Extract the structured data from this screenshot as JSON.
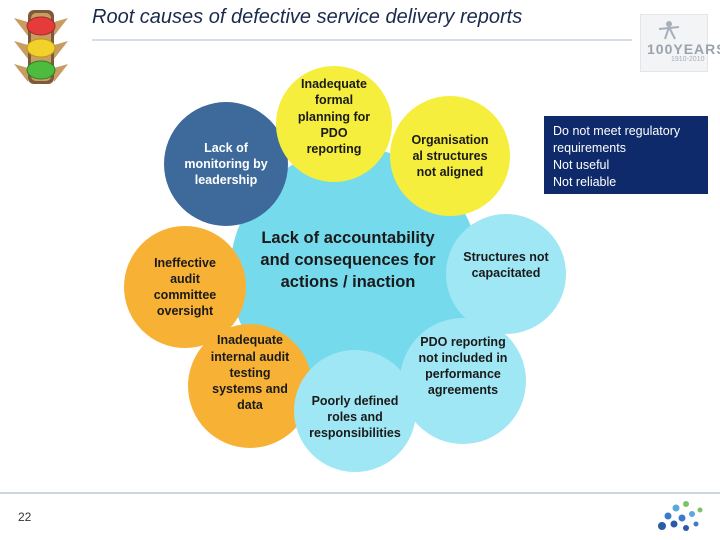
{
  "title": "Root causes of defective service delivery reports",
  "page_number": "22",
  "logo": {
    "text": "100YEARS",
    "sub": "1910-2010"
  },
  "center": {
    "label": "Lack of accountability and consequences for actions / inaction"
  },
  "causes": [
    {
      "id": "planning",
      "label": "Inadequate formal planning for PDO reporting"
    },
    {
      "id": "monitoring",
      "label": "Lack of monitoring by leadership"
    },
    {
      "id": "org",
      "label": "Organisation al structures not aligned"
    },
    {
      "id": "committee",
      "label": "Ineffective audit committee oversight"
    },
    {
      "id": "capacitated",
      "label": "Structures not capacitated"
    },
    {
      "id": "internal",
      "label": "Inadequate internal audit testing systems and data"
    },
    {
      "id": "pdo",
      "label": "PDO reporting not included in performance agreements"
    },
    {
      "id": "roles",
      "label": "Poorly defined roles and responsibilities"
    }
  ],
  "callout": {
    "lines": [
      "Do not meet regulatory",
      "requirements",
      "Not useful",
      "Not reliable"
    ]
  },
  "colors": {
    "center": "#6fd8ec",
    "yellow": "#f5ee3c",
    "navy": "#3e6a9b",
    "orange": "#f7b236",
    "cyan": "#9fe7f4",
    "box": "#0e2a6b"
  }
}
